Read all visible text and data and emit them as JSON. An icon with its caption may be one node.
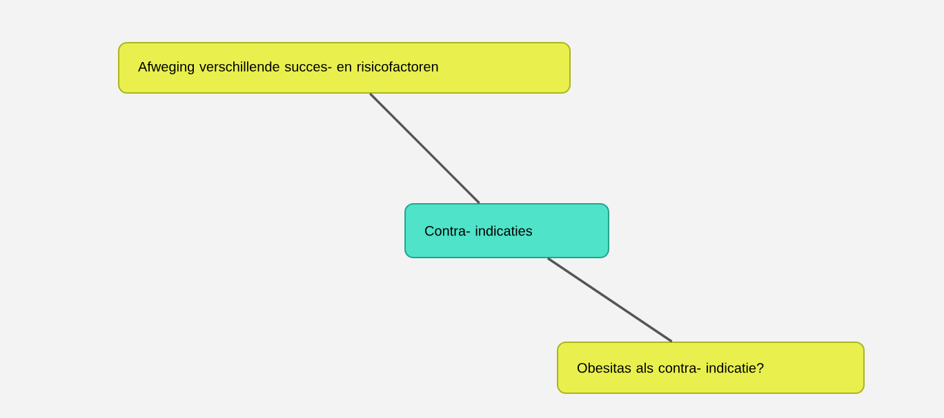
{
  "diagram": {
    "nodes": [
      {
        "text": [
          "Afweging verschillende succes- en risicofactoren"
        ]
      },
      {
        "text": [
          "Contra- indicaties"
        ]
      },
      {
        "text": [
          "Obesitas als contra- indicatie?"
        ]
      }
    ],
    "edges": [
      {
        "from": 1,
        "to": 0,
        "arrow": "none"
      },
      {
        "from": 1,
        "to": 2,
        "arrow": "none"
      }
    ]
  }
}
